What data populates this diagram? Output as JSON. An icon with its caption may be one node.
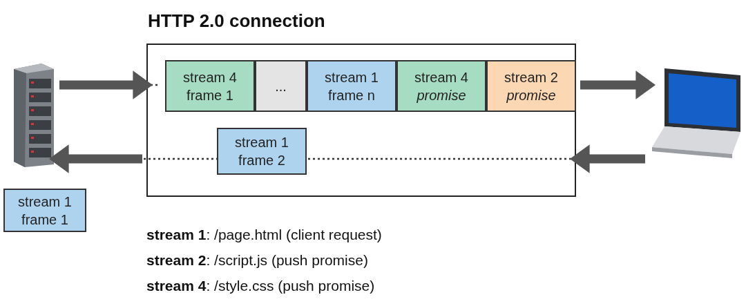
{
  "diagram": {
    "nodes": [
      {
        "text": [],
        "shape": "picture"
      },
      {
        "text": [
          "HTTP 2.0 connection"
        ]
      },
      {
        "text": [
          "stream 4 frame 1"
        ],
        "in": 1
      },
      {
        "text": [
          "..."
        ],
        "in": 1
      },
      {
        "text": [
          "stream 1 frame n"
        ],
        "in": 1
      },
      {
        "text": [
          "stream 4 *promise*"
        ],
        "in": 1
      },
      {
        "text": [
          "stream 2 *promise*"
        ],
        "in": 1
      },
      {
        "text": [
          "stream 1 frame 2"
        ],
        "in": 1
      },
      {
        "text": [],
        "shape": "picture"
      },
      {
        "text": [
          "stream 1 frame 1"
        ]
      }
    ],
    "edges": [
      {
        "from": 0,
        "to": 1,
        "arrow": "to"
      },
      {
        "from": 1,
        "to": 8,
        "arrow": "to"
      },
      {
        "from": 8,
        "to": 1,
        "arrow": "to"
      },
      {
        "from": 1,
        "to": 0,
        "arrow": "to"
      }
    ],
    "labels": [
      "**stream 1**: /page.html (client request)",
      "**stream 2**: /script.js (push promise)",
      "**stream 4**: /style.css (push promise)"
    ]
  }
}
